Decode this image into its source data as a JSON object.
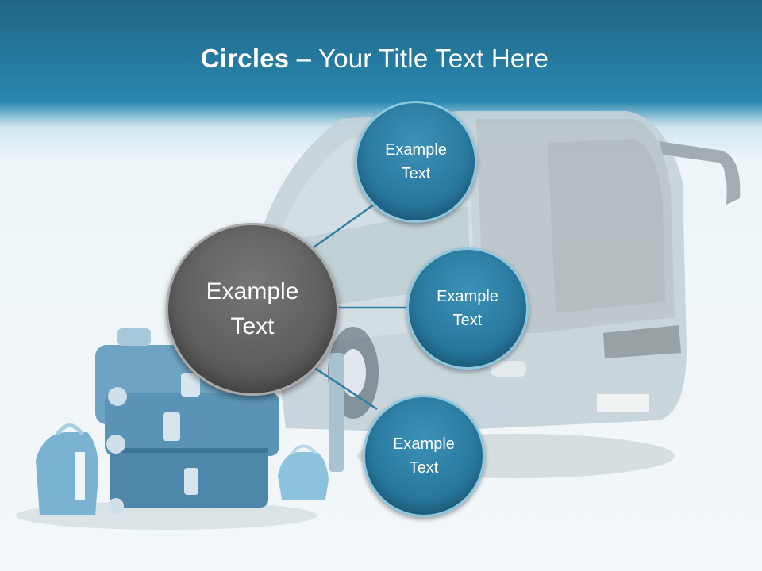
{
  "slide": {
    "title_bold": "Circles",
    "title_rest": " – Your Title Text Here",
    "center_circle": {
      "label": "Example Text"
    },
    "satellite_circles": [
      {
        "label": "Example Text"
      },
      {
        "label": "Example Text"
      },
      {
        "label": "Example Text"
      }
    ]
  },
  "colors": {
    "header_band": "#2a88b0",
    "satellite_fill": "#2a7aa0",
    "center_fill": "#5f5f5f",
    "connector": "#2f7fa6"
  }
}
